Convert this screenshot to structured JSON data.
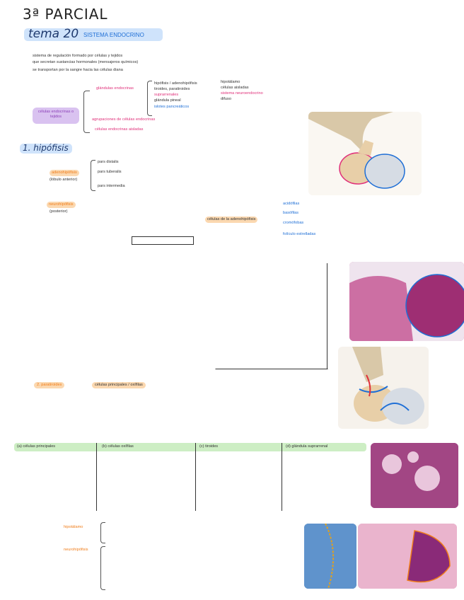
{
  "header": {
    "parcial": "3ª PARCIAL",
    "tema": "tema 20",
    "tema_sub": "SISTEMA ENDOCRINO"
  },
  "intro_lines": [
    "sistema de regulación formado por células y tejidos",
    "que secretan sustancias hormonales (mensajeros químicos)",
    "se transportan por la sangre hacia las células diana"
  ],
  "left_badge": "células endocrinas o tejidos",
  "branch_top": "glándulas endocrinas",
  "branch_top_items": [
    "hipófisis / adenohipófisis",
    "tiroides, paratiroides",
    "suprarrenales",
    "glándula pineal",
    "islotes pancreáticos"
  ],
  "branch_top_right": [
    "hipotálamo",
    "células aisladas",
    "sistema neuroendocrino",
    "difuso"
  ],
  "branch_mid": "agrupaciones de células endocrinas",
  "branch_bottom": "células endocrinas aisladas",
  "section_hipofisis": "1. hipófisis",
  "adeno_label": "adenohipófisis",
  "adeno_sub": "(lóbulo anterior)",
  "neuro_label": "neurohipófisis",
  "neuro_sub": "(posterior)",
  "partes": [
    "pars distalis",
    "pars tuberalis",
    "pars intermedia"
  ],
  "section_paratiroides": "2. paratiroides",
  "section_paratiroides_sub": "células principales / oxífilas",
  "celulas_header": "células de la adenohipófisis",
  "tipos_celulas": [
    "acidófilas",
    "basófilas",
    "cromófobas",
    "folículo estrelladas"
  ],
  "bottom_row": [
    "(a) células principales",
    "(b) células oxífilas",
    "(c) tiroides",
    "(d) glándula suprarrenal"
  ],
  "foot_labels": [
    "hipotálamo",
    "neurohipófisis"
  ],
  "colors": {
    "purple": "#d9c2f0",
    "orange": "#fbd8b0",
    "blue": "#cfe3fb",
    "green": "#cdeec4"
  }
}
